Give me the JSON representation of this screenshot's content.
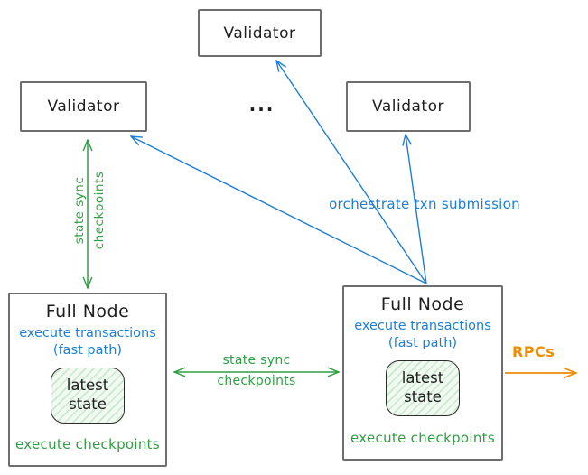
{
  "colors": {
    "ink": "#1e1e1e",
    "box_border": "#6e6e6e",
    "blue": "#1c7ed6",
    "green": "#2f9e44",
    "orange": "#f08c00",
    "state_fill": "#f0faf1"
  },
  "nodes": {
    "validator_top": {
      "label": "Validator"
    },
    "validator_left": {
      "label": "Validator"
    },
    "validator_right": {
      "label": "Validator"
    },
    "ellipsis": "...",
    "full_node_left": {
      "title": "Full Node",
      "exec_transactions": "execute transactions",
      "fast_path": "(fast path)",
      "latest_state_line1": "latest",
      "latest_state_line2": "state",
      "exec_checkpoints": "execute checkpoints"
    },
    "full_node_right": {
      "title": "Full Node",
      "exec_transactions": "execute transactions",
      "fast_path": "(fast path)",
      "latest_state_line1": "latest",
      "latest_state_line2": "state",
      "exec_checkpoints": "execute checkpoints"
    }
  },
  "edges": {
    "left_state_sync": {
      "line1": "state sync",
      "line2": "checkpoints"
    },
    "mid_state_sync": {
      "line1": "state sync",
      "line2": "checkpoints"
    },
    "orchestrate": {
      "label": "orchestrate txn submission"
    },
    "rpcs": {
      "label": "RPCs"
    }
  }
}
